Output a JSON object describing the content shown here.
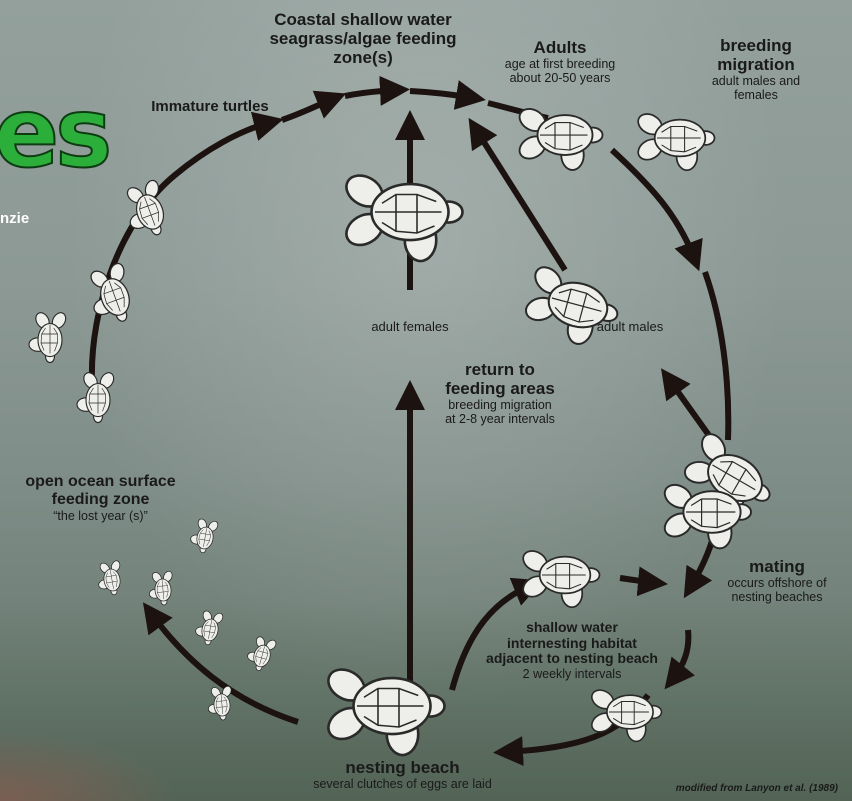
{
  "logo": {
    "text": "es",
    "subtext": "nzie"
  },
  "labels": {
    "coastal": {
      "title": "Coastal shallow water seagrass/algae feeding zone(s)"
    },
    "adults": {
      "title": "Adults",
      "line1": "age at first breeding",
      "line2": "about 20-50 years"
    },
    "breeding_migration": {
      "title_line1": "breeding",
      "title_line2": "migration",
      "line1": "adult males and",
      "line2": "females"
    },
    "immature": {
      "title": "Immature turtles"
    },
    "adult_females": "adult females",
    "adult_males": "adult males",
    "return_feeding": {
      "title_line1": "return to",
      "title_line2": "feeding areas",
      "line1": "breeding migration",
      "line2": "at 2-8 year intervals"
    },
    "open_ocean": {
      "title_line1": "open ocean surface",
      "title_line2": "feeding zone",
      "line1": "“the lost year (s)”"
    },
    "mating": {
      "title": "mating",
      "line1": "occurs offshore of",
      "line2": "nesting beaches"
    },
    "internesting": {
      "title_line1": "shallow water",
      "title_line2": "internesting habitat",
      "title_line3": "adjacent to nesting beach",
      "line1": "2 weekly intervals"
    },
    "nesting_beach": {
      "title": "nesting beach",
      "line1": "several clutches of eggs are laid"
    }
  },
  "credit": "modified from Lanyon et al. (1989)",
  "colors": {
    "arrow": "#1c1210",
    "logo_green": "#2cae3a",
    "shell_fill": "#eeeeea",
    "shell_stroke": "#2a2a2a"
  }
}
